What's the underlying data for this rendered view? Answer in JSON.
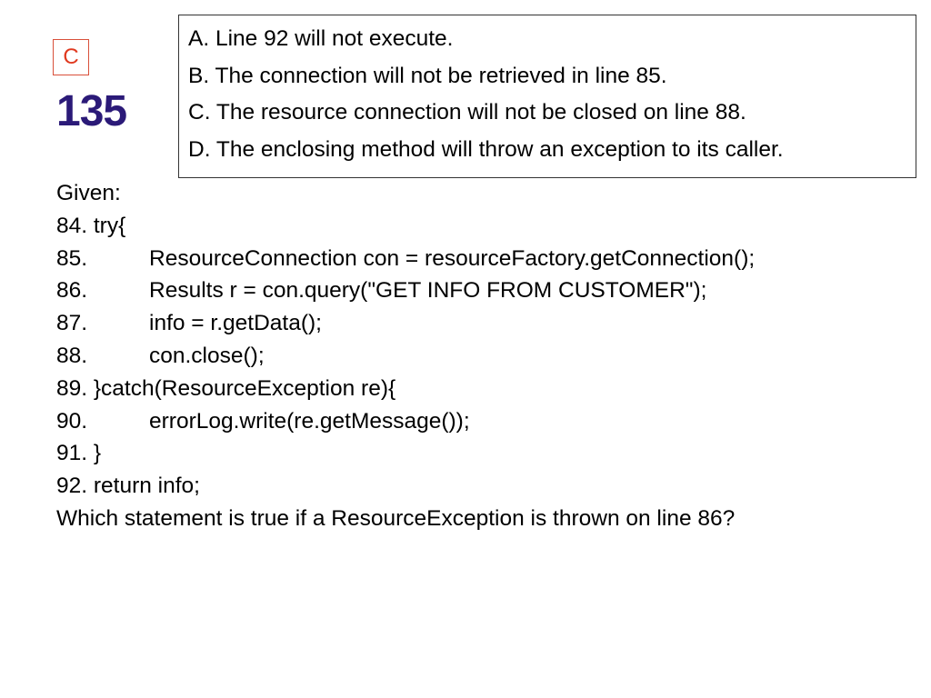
{
  "slide": {
    "answer_key": "C",
    "question_number": "135",
    "options": [
      "A. Line 92 will not execute.",
      "B. The connection will not be retrieved in line 85.",
      "C. The resource connection will not be closed on line 88.",
      "D. The enclosing method will throw an exception to its caller."
    ],
    "given_label": "Given:",
    "code": [
      {
        "num": "84.",
        "text": "try{"
      },
      {
        "num": "85.",
        "text": "ResourceConnection con = resourceFactory.getConnection();"
      },
      {
        "num": "86.",
        "text": "Results r = con.query(\"GET INFO FROM CUSTOMER\");"
      },
      {
        "num": "87.",
        "text": "info = r.getData();"
      },
      {
        "num": "88.",
        "text": "con.close();"
      },
      {
        "num": "89.",
        "text": "}catch(ResourceException re){"
      },
      {
        "num": "90.",
        "text": "errorLog.write(re.getMessage());"
      },
      {
        "num": "91.",
        "text": "}"
      },
      {
        "num": "92.",
        "text": "return info;"
      }
    ],
    "question": "Which statement is true if a ResourceException is thrown on line 86?",
    "colors": {
      "answer_key": "#e0391f",
      "question_number": "#2b1a78",
      "text": "#000000"
    }
  }
}
